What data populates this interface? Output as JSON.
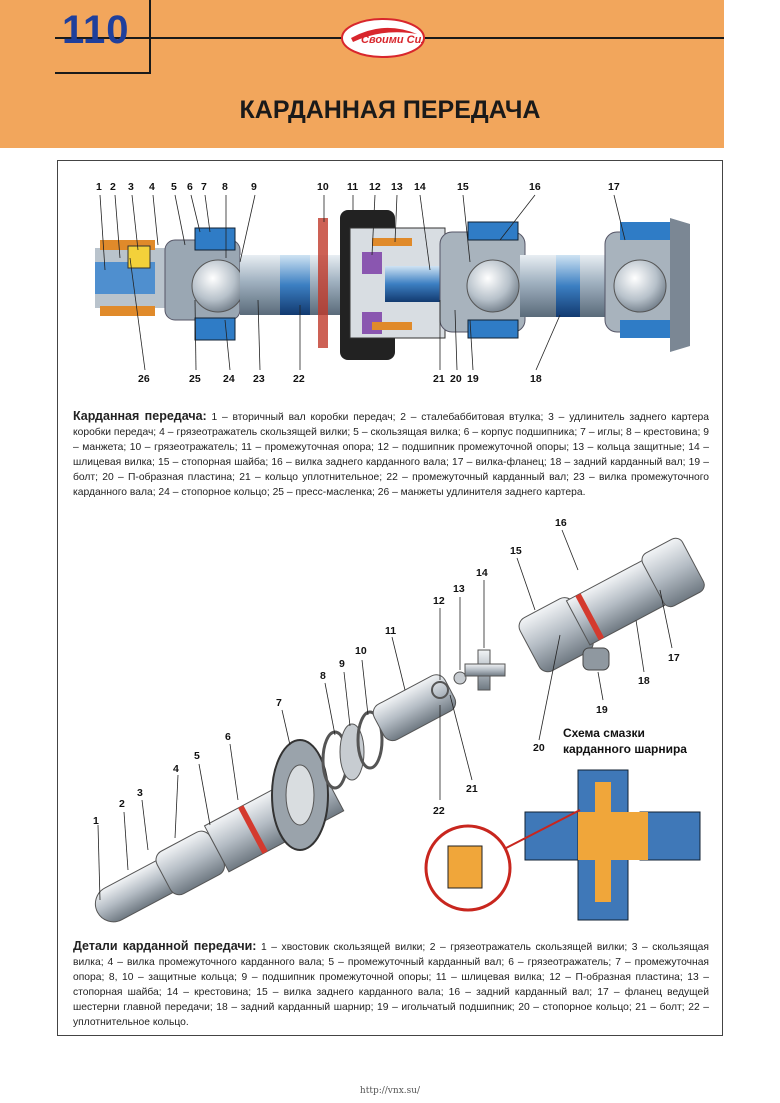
{
  "page_number": "110",
  "logo_text": "Своими Силами",
  "title": "КАРДАННАЯ ПЕРЕДАЧА",
  "figure1": {
    "top_labels": [
      "1",
      "2",
      "3",
      "4",
      "5",
      "6",
      "7",
      "8",
      "9",
      "10",
      "11",
      "12",
      "13",
      "14",
      "15",
      "16",
      "17"
    ],
    "bottom_labels": [
      "26",
      "25",
      "24",
      "23",
      "22",
      "21",
      "20",
      "19",
      "18"
    ]
  },
  "caption1": {
    "heading": "Карданная передача:",
    "text": " 1 – вторичный вал коробки передач; 2 – сталебаббитовая втулка; 3 – удлинитель заднего картера коробки передач; 4 – грязеотражатель скользящей вилки; 5 – скользящая вилка; 6 – корпус подшипника; 7 – иглы; 8 – крестовина; 9 – манжета; 10 – грязеотражатель; 11 – промежуточная опора; 12 – подшипник промежуточной опоры; 13 – кольца защитные; 14 – шлицевая вилка; 15 – стопорная шайба; 16 – вилка заднего карданного вала; 17 – вилка-фланец; 18 – задний карданный вал; 19 – болт; 20 – П-образная пластина; 21 – кольцо уплотнительное; 22 – промежуточный карданный вал; 23 – вилка промежуточного карданного вала; 24 – стопорное кольцо; 25 – пресс-масленка; 26 – манжеты удлинителя заднего картера."
  },
  "figure2": {
    "labels": [
      "1",
      "2",
      "3",
      "4",
      "5",
      "6",
      "7",
      "8",
      "9",
      "10",
      "11",
      "12",
      "13",
      "14",
      "15",
      "16",
      "17",
      "18",
      "19",
      "20",
      "21",
      "22"
    ],
    "lube_title": "Схема смазки карданного шарнира"
  },
  "caption2": {
    "heading": "Детали карданной передачи:",
    "text": " 1 – хвостовик скользящей вилки; 2 – грязеотражатель скользящей вилки; 3 – скользящая вилка; 4 – вилка промежуточного карданного вала; 5 – промежуточный карданный вал; 6 – грязеотражатель; 7 – промежуточная опора; 8, 10 – защитные кольца; 9 – подшипник промежуточной опоры; 11 – шлицевая вилка; 12 – П-образная пластина; 13 – стопорная шайба; 14 – крестовина; 15 – вилка заднего карданного вала; 16 – задний карданный вал; 17 – фланец ведущей шестерни главной передачи; 18 – задний карданный шарнир; 19 – игольчатый подшипник; 20 – стопорное кольцо; 21 – болт; 22 – уплотнительное кольцо."
  },
  "footer": "http://vnx.su/",
  "colors": {
    "header_bg": "#f2a65c",
    "page_number": "#1f3f9c",
    "logo_red": "#d8262c"
  }
}
